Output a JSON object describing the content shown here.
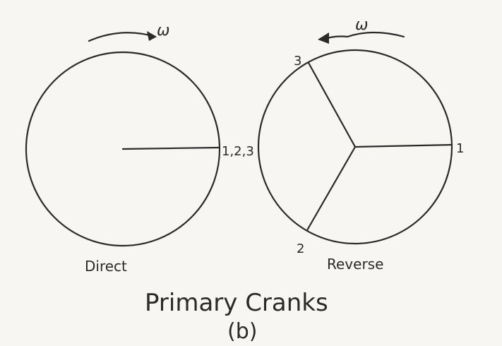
{
  "diagram": {
    "direct": {
      "caption": "Direct",
      "omega": "ω",
      "crank_label": "1,2,3"
    },
    "reverse": {
      "caption": "Reverse",
      "omega": "ω",
      "crank_labels": [
        "1",
        "2",
        "3"
      ]
    },
    "title": "Primary Cranks",
    "sublabel": "(b)",
    "colors": {
      "ink": "#2a2a2a",
      "paper": "#f7f6f2"
    }
  }
}
